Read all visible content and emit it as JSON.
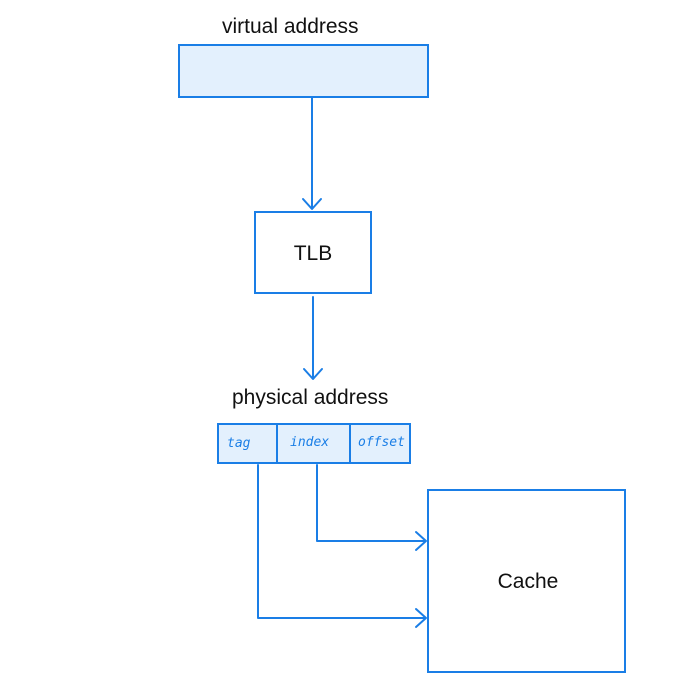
{
  "colors": {
    "stroke": "#1a7ee6",
    "fill_light": "#e3f0fd",
    "text": "#111111",
    "background": "#ffffff"
  },
  "virtual_address": {
    "label": "virtual address"
  },
  "tlb": {
    "label": "TLB"
  },
  "physical_address": {
    "label": "physical address",
    "fields": {
      "tag": "tag",
      "index": "index",
      "offset": "offset"
    }
  },
  "cache": {
    "label": "Cache"
  }
}
